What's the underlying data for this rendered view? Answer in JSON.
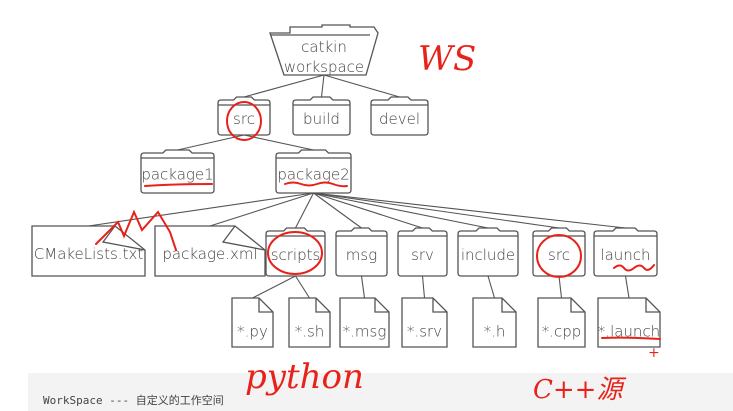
{
  "tree": {
    "root": "catkin workspace",
    "root_lines": [
      "catkin",
      "workspace"
    ],
    "level1": [
      "src",
      "build",
      "devel"
    ],
    "packages": [
      "package1",
      "package2"
    ],
    "package_items": [
      "CMakeLists.txt",
      "package.xml",
      "scripts",
      "msg",
      "srv",
      "include",
      "src",
      "launch"
    ],
    "files": [
      "*.py",
      "*.sh",
      "*.msg",
      "*.srv",
      "*.h",
      "*.cpp",
      "*.launch"
    ]
  },
  "annotations": {
    "ws": "WS",
    "python": "python",
    "cpp": "C++源",
    "plus": "+",
    "color": "#e8221a"
  },
  "caption": "WorkSpace --- 自定义的工作空间"
}
